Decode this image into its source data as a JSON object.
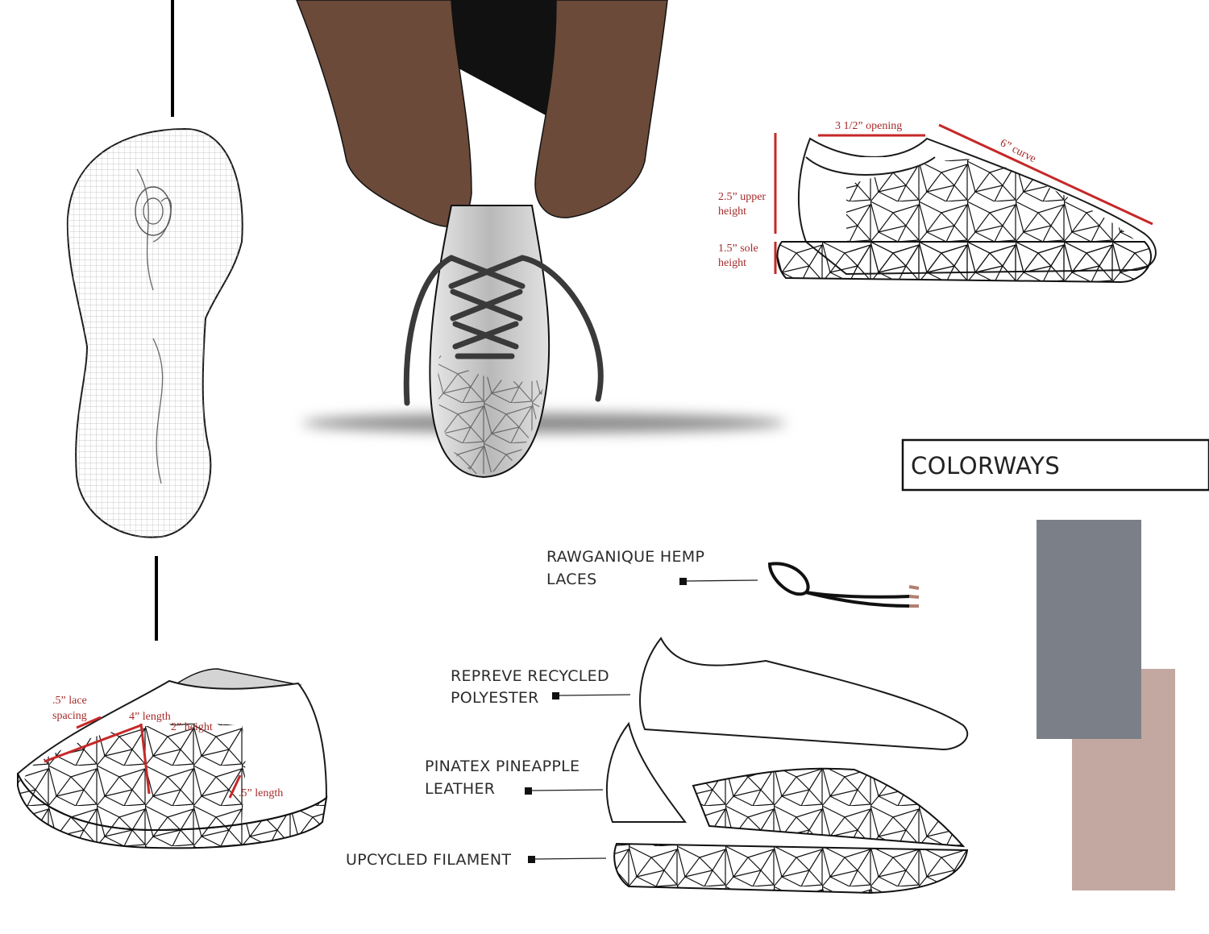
{
  "dimensions": {
    "opening": "3 1/2” opening",
    "curve": "6” curve",
    "upper_height_line1": "2.5” upper",
    "upper_height_line2": "height",
    "sole_height_line1": "1.5” sole",
    "sole_height_line2": "height",
    "lace_spacing_line1": ".5” lace",
    "lace_spacing_line2": "spacing",
    "length_4": "4” length",
    "height_2": "2” height",
    "length_half": ".5” length"
  },
  "colorways": {
    "title": "COLORWAYS",
    "swatches": [
      {
        "name": "gray",
        "color": "#7b8088"
      },
      {
        "name": "taupe",
        "color": "#c2a8a0"
      }
    ]
  },
  "materials": {
    "laces_line1": "RAWGANIQUE HEMP",
    "laces_line2": "LACES",
    "upper_line1": "REPREVE RECYCLED",
    "upper_line2": "POLYESTER",
    "leather_line1": "PINATEX PINEAPPLE",
    "leather_line2": "LEATHER",
    "sole": "UPCYCLED FILAMENT"
  },
  "colors": {
    "dimension_red": "#c62828",
    "skin": "#6b4a3a",
    "pants": "#111111"
  }
}
